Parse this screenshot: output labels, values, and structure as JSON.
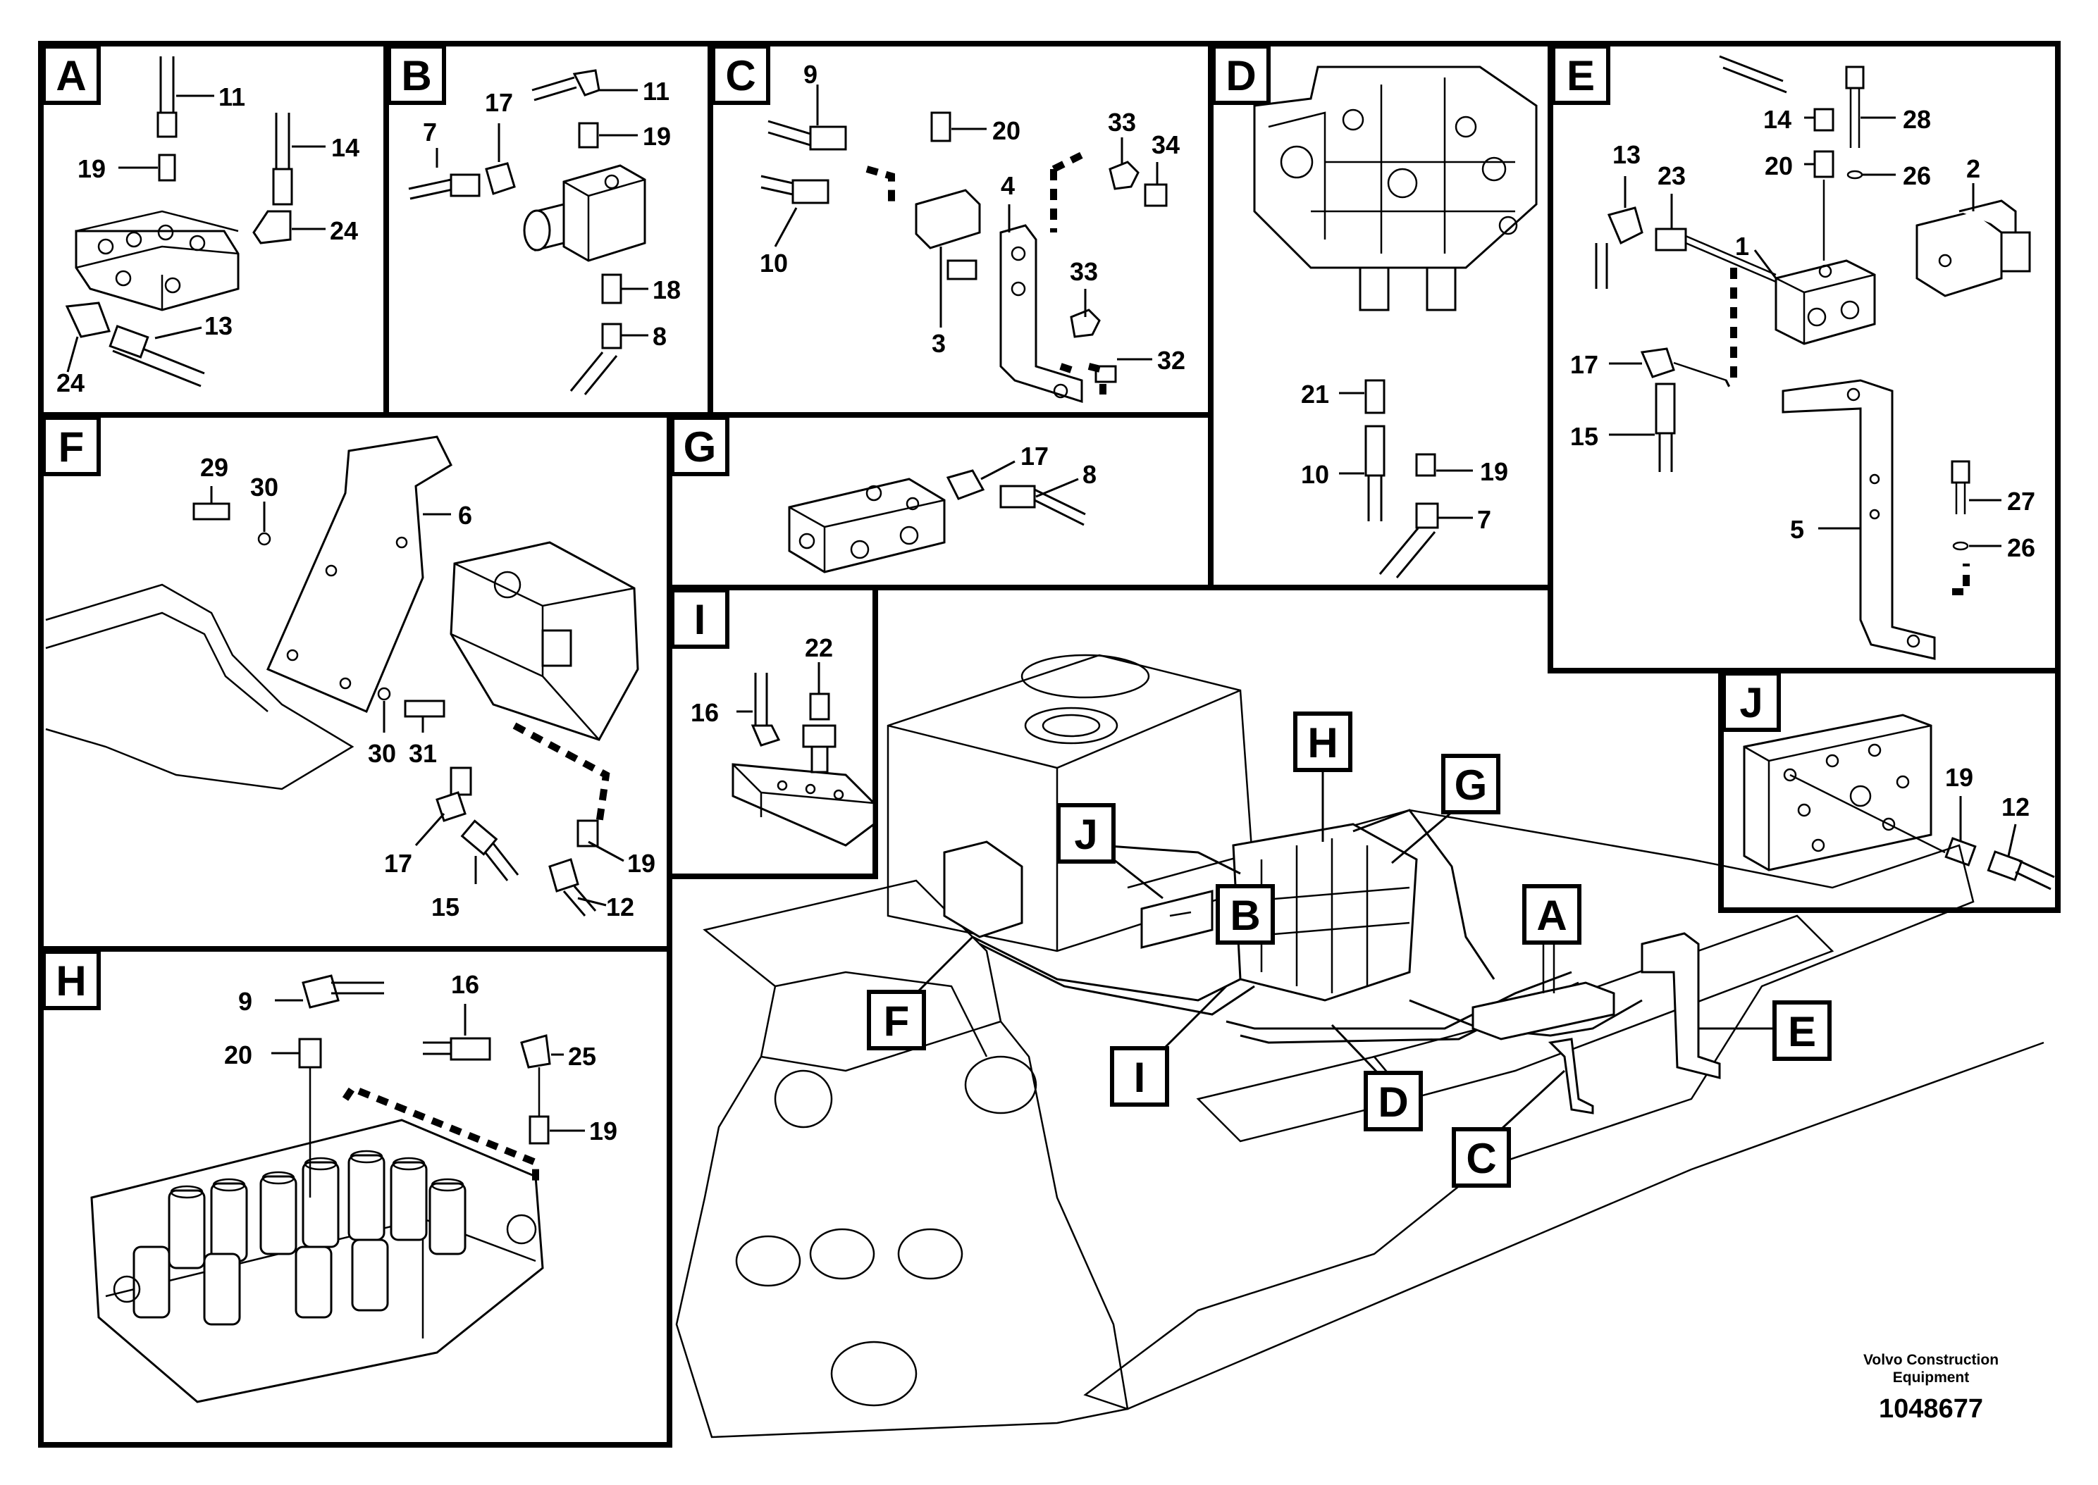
{
  "panels": {
    "A": {
      "tag": "A",
      "callouts": [
        "11",
        "19",
        "14",
        "24",
        "13",
        "24"
      ]
    },
    "B": {
      "tag": "B",
      "callouts": [
        "17",
        "11",
        "19",
        "7",
        "18",
        "8"
      ]
    },
    "C": {
      "tag": "C",
      "callouts": [
        "9",
        "20",
        "33",
        "34",
        "4",
        "10",
        "33",
        "3",
        "32"
      ]
    },
    "D": {
      "tag": "D",
      "callouts": [
        "21",
        "10",
        "19",
        "7"
      ]
    },
    "E": {
      "tag": "E",
      "callouts": [
        "14",
        "28",
        "13",
        "23",
        "20",
        "26",
        "2",
        "1",
        "17",
        "15",
        "27",
        "5",
        "26"
      ]
    },
    "F": {
      "tag": "F",
      "callouts": [
        "29",
        "30",
        "6",
        "30",
        "31",
        "17",
        "15",
        "19",
        "12"
      ]
    },
    "G": {
      "tag": "G",
      "callouts": [
        "17",
        "8"
      ]
    },
    "I": {
      "tag": "I",
      "callouts": [
        "22",
        "16"
      ]
    },
    "J": {
      "tag": "J",
      "callouts": [
        "19",
        "12"
      ]
    },
    "H": {
      "tag": "H",
      "callouts": [
        "9",
        "16",
        "20",
        "25",
        "19"
      ]
    }
  },
  "main_view_tags": [
    "H",
    "G",
    "J",
    "B",
    "A",
    "F",
    "I",
    "E",
    "D",
    "C"
  ],
  "footer": {
    "brand_line1": "Volvo Construction",
    "brand_line2": "Equipment",
    "doc_number": "1048677"
  }
}
